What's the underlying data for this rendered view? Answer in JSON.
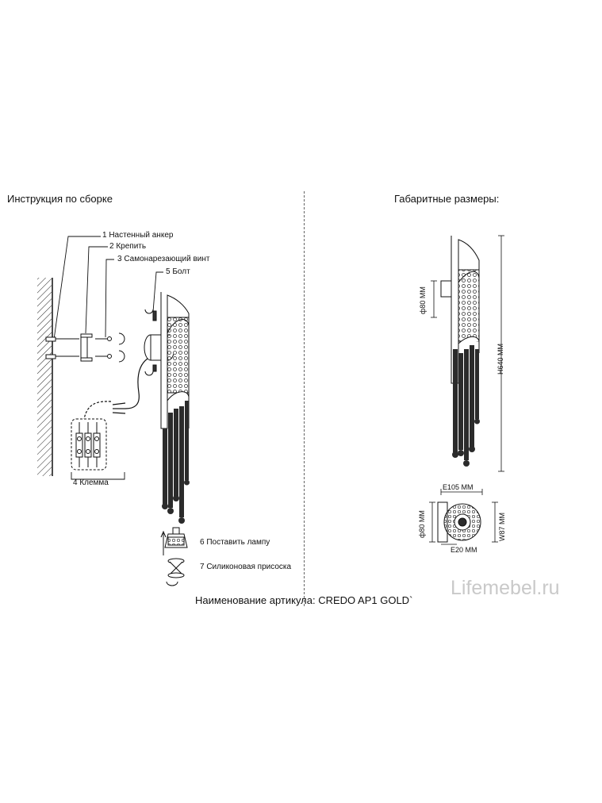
{
  "left_title": "Инструкция по сборке",
  "right_title": "Габаритные размеры:",
  "parts": [
    {
      "label": "1  Настенный анкер"
    },
    {
      "label": "2  Крепить"
    },
    {
      "label": "3  Самонарезающий винт"
    },
    {
      "label": "5  Болт"
    },
    {
      "label": "4  Клемма"
    },
    {
      "label": "6  Поставить лампу"
    },
    {
      "label": "7  Силиконовая присоска"
    }
  ],
  "dimensions": {
    "d80_top": "ф80 ММ",
    "h640": "H640 ММ",
    "e105": "E105 ММ",
    "d80_bottom": "ф80 ММ",
    "w87": "W87 ММ",
    "e20": "E20 ММ"
  },
  "article": "Наименование артикула: CREDO AP1 GOLD`",
  "watermark": "Lifemebel.ru",
  "colors": {
    "ink": "#111111",
    "watermark": "#c9c9c9"
  }
}
